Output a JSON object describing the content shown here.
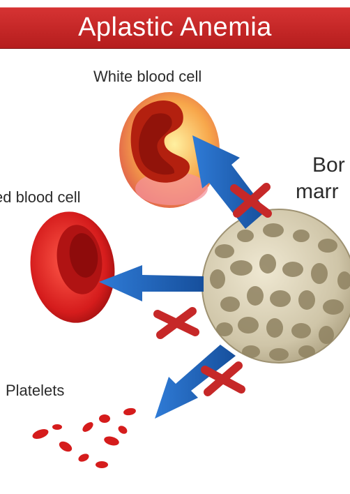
{
  "title": "Aplastic Anemia",
  "labels": {
    "white_blood_cell": "White blood cell",
    "red_blood_cell": "ed blood cell",
    "platelets": "Platelets",
    "bone_marrow_line1": "Bor",
    "bone_marrow_line2": "marr"
  },
  "colors": {
    "banner": "#c62828",
    "arrow": "#1f63b8",
    "cross": "#c62828",
    "red_cell": "#d51c1c",
    "marrow": "#cfc5a8"
  }
}
